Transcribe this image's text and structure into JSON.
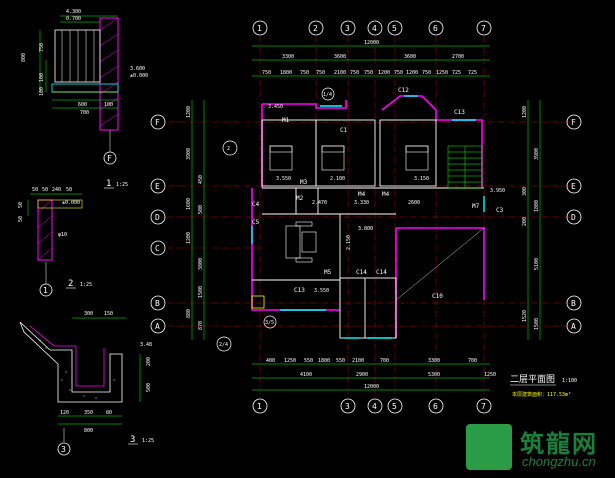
{
  "colors": {
    "wall": "#ff00ff",
    "axis": "#ffffff",
    "dim": "#00ff00",
    "grid": "#ff0000",
    "text": "#ffffff",
    "accent": "#ffff00",
    "stair": "#00ffff"
  },
  "detail1": {
    "dims_top": [
      "4.300",
      "0.700"
    ],
    "dims_left": [
      "800",
      "750",
      "100",
      "100"
    ],
    "dims_bottom": [
      "600",
      "100",
      "700"
    ],
    "elev": [
      "3.600",
      "±0.000"
    ],
    "axis": "F",
    "index": "1",
    "scale": "1:25"
  },
  "detail2": {
    "dims_top": [
      "50",
      "50",
      "240",
      "50"
    ],
    "dims_left": [
      "50",
      "50"
    ],
    "elev": "±0.000",
    "dim_mid": "φ10",
    "axis": "1",
    "index": "2",
    "scale": "1:25"
  },
  "detail3": {
    "dims_top": [
      "300",
      "150"
    ],
    "dims_left": [
      "200",
      "500"
    ],
    "dims_bottom": [
      "120",
      "350",
      "80",
      "800"
    ],
    "elev": "3.48",
    "axis": "3",
    "index": "3",
    "scale": "1:25"
  },
  "plan": {
    "axes_top": [
      "1",
      "2",
      "3",
      "4",
      "5",
      "6",
      "7"
    ],
    "axes_bottom": [
      "1",
      "3",
      "4",
      "5",
      "6",
      "7"
    ],
    "axes_left": [
      "F",
      "E",
      "D",
      "C",
      "B",
      "A"
    ],
    "axes_right": [
      "F",
      "E",
      "D",
      "B",
      "A"
    ],
    "dims_top_total": "12000",
    "dims_top_mid": [
      "3300",
      "3600",
      "3600",
      "2700"
    ],
    "dims_top_fine": [
      "750",
      "1800",
      "750",
      "750",
      "2100",
      "750",
      "750",
      "1200",
      "750",
      "1200",
      "750",
      "1250",
      "725",
      "725"
    ],
    "dims_bottom_total": "12000",
    "dims_bottom_mid": [
      "4100",
      "2900",
      "5300",
      "1250"
    ],
    "dims_bottom_fine": [
      "400",
      "1250",
      "550",
      "1800",
      "550",
      "2100",
      "700",
      "3300",
      "700"
    ],
    "dims_left": [
      "1200",
      "3900",
      "450",
      "1600",
      "500",
      "1200",
      "3800",
      "1500",
      "880",
      "870"
    ],
    "dims_right": [
      "1200",
      "3900",
      "300",
      "1800",
      "200",
      "5100",
      "1520",
      "1500"
    ],
    "inner_dims": [
      "3.450",
      "2.470",
      "3.330",
      "2600",
      "3.800",
      "3.550",
      "2.150",
      "3.950",
      "3.550",
      "2.100",
      "3.150"
    ],
    "windows": [
      "C12",
      "C13",
      "C10",
      "C14",
      "C14",
      "C13",
      "C1",
      "C4",
      "C5",
      "C3"
    ],
    "doors": [
      "M1",
      "M4",
      "M4",
      "M3",
      "M5",
      "M7",
      "M2"
    ],
    "circle_marks": [
      "2/4",
      "3/5",
      "1/4",
      "2"
    ],
    "title": "二层平面图",
    "scale": "1:100",
    "area": "本层建筑面积：117.53m²"
  },
  "logo": {
    "cn": "筑龍网",
    "en": "chongzhu.cn"
  }
}
